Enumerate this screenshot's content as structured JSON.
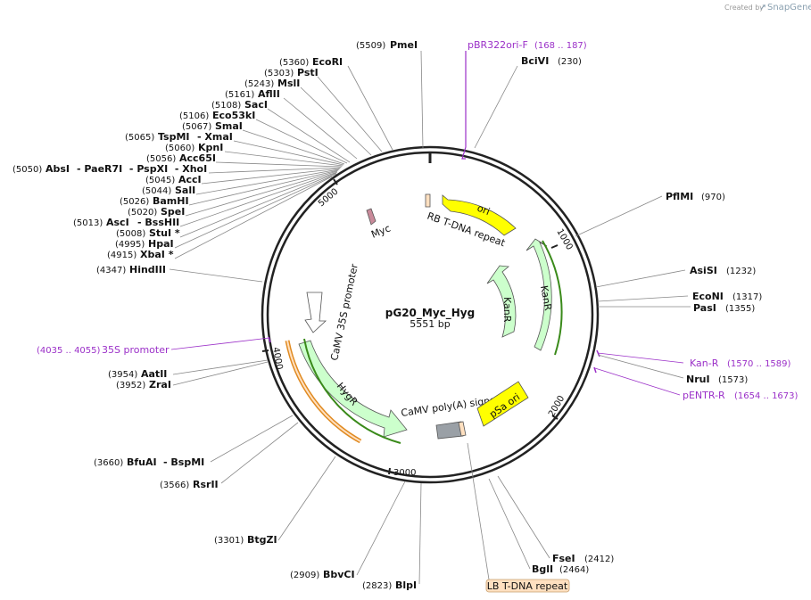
{
  "credit": {
    "prefix": "Created by",
    "brand": "SnapGene"
  },
  "plasmid": {
    "name": "pG20_Myc_Hyg",
    "size": "5551 bp"
  },
  "ticks": [
    "1000",
    "2000",
    "3000",
    "4000",
    "5000"
  ],
  "sites": [
    {
      "name": "PmeI",
      "pos": "(5509)"
    },
    {
      "name": "BciVI",
      "pos": "(230)"
    },
    {
      "name": "EcoRI",
      "pos": "(5360)"
    },
    {
      "name": "PstI",
      "pos": "(5303)"
    },
    {
      "name": "MslI",
      "pos": "(5243)"
    },
    {
      "name": "AflII",
      "pos": "(5161)"
    },
    {
      "name": "SacI",
      "pos": "(5108)"
    },
    {
      "name": "Eco53kI",
      "pos": "(5106)"
    },
    {
      "name": "SmaI",
      "pos": "(5067)"
    },
    {
      "name": "TspMI",
      "pos": "(5065)",
      "extra": "- XmaI"
    },
    {
      "name": "KpnI",
      "pos": "(5060)"
    },
    {
      "name": "Acc65I",
      "pos": "(5056)"
    },
    {
      "name": "AbsI",
      "pos": "(5050)",
      "extra": "- PaeR7I  - PspXI  - XhoI"
    },
    {
      "name": "AccI",
      "pos": "(5045)"
    },
    {
      "name": "SalI",
      "pos": "(5044)"
    },
    {
      "name": "BamHI",
      "pos": "(5026)"
    },
    {
      "name": "SpeI",
      "pos": "(5020)"
    },
    {
      "name": "AscI",
      "pos": "(5013)",
      "extra": "- BssHII"
    },
    {
      "name": "StuI *",
      "pos": "(5008)"
    },
    {
      "name": "HpaI",
      "pos": "(4995)"
    },
    {
      "name": "XbaI *",
      "pos": "(4915)"
    },
    {
      "name": "HindIII",
      "pos": "(4347)"
    },
    {
      "name": "PflMI",
      "pos": "(970)"
    },
    {
      "name": "AsiSI",
      "pos": "(1232)"
    },
    {
      "name": "EcoNI",
      "pos": "(1317)"
    },
    {
      "name": "PasI",
      "pos": "(1355)"
    },
    {
      "name": "NruI",
      "pos": "(1573)"
    },
    {
      "name": "AatII",
      "pos": "(3954)"
    },
    {
      "name": "ZraI",
      "pos": "(3952)"
    },
    {
      "name": "BfuAI",
      "pos": "(3660)",
      "extra": "- BspMI"
    },
    {
      "name": "RsrII",
      "pos": "(3566)"
    },
    {
      "name": "BtgZI",
      "pos": "(3301)"
    },
    {
      "name": "BbvCI",
      "pos": "(2909)"
    },
    {
      "name": "BlpI",
      "pos": "(2823)"
    },
    {
      "name": "FseI",
      "pos": "(2412)"
    },
    {
      "name": "BglI",
      "pos": "(2464)"
    }
  ],
  "primers": [
    {
      "name": "pBR322ori-F",
      "pos": "(168 .. 187)"
    },
    {
      "name": "Kan-R",
      "pos": "(1570 .. 1589)"
    },
    {
      "name": "pENTR-R",
      "pos": "(1654 .. 1673)"
    },
    {
      "name": "35S promoter",
      "pos": "(4035 .. 4055)"
    }
  ],
  "features": {
    "ori": "ori",
    "rb": "RB T-DNA repeat",
    "myc": "Myc",
    "kanr_inner": "KanR",
    "kanr_outer": "KanR",
    "camv35s": "CaMV 35S promoter",
    "hygr": "HygR",
    "polya": "CaMV poly(A) signal",
    "psa": "pSa ori",
    "lb": "LB T-DNA repeat"
  },
  "colors": {
    "backbone": "#222222",
    "ori": "#ffff00",
    "marker": "#ccffcc",
    "promoter": "#ffffff",
    "terminator": "#9aa0a6",
    "repeat": "#ffe0c0",
    "myc": "#c98a9a",
    "primer": "#9b30c8",
    "orf_green": "#3a8a1a",
    "orf_orange": "#e08a20"
  }
}
